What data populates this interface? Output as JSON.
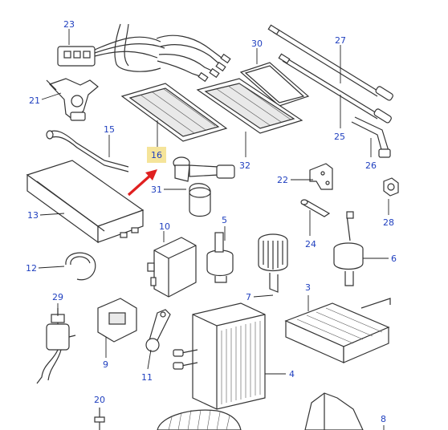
{
  "diagram": {
    "highlight_color": "#f5e49a",
    "arrow_color": "#e02020",
    "callout_color": "#1f3fbf",
    "highlighted_part": "16",
    "callouts": {
      "c23": "23",
      "c30": "30",
      "c27": "27",
      "c21": "21",
      "c15": "15",
      "c16": "16",
      "c32": "32",
      "c25": "25",
      "c22": "22",
      "c26": "26",
      "c31": "31",
      "c13": "13",
      "c28": "28",
      "c10": "10",
      "c5": "5",
      "c24": "24",
      "c12": "12",
      "c6": "6",
      "c29": "29",
      "c7": "7",
      "c3": "3",
      "c9": "9",
      "c11": "11",
      "c4": "4",
      "c20": "20",
      "c8": "8"
    }
  }
}
